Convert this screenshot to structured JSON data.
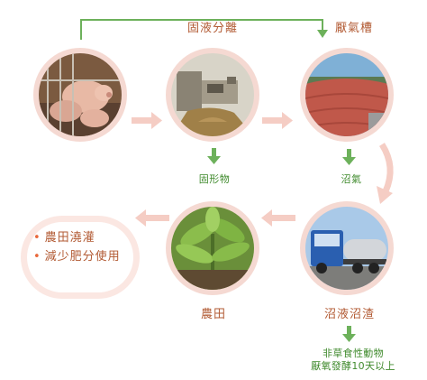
{
  "stages": {
    "separation": "固液分離",
    "digester": "厭氣槽",
    "solids": "固形物",
    "biogas": "沼氣",
    "effluent": "沼液沼渣",
    "farmland": "農田"
  },
  "note": {
    "line1": "非草食性動物",
    "line2": "厭氧發酵10天以上"
  },
  "uses": [
    "農田澆灌",
    "減少肥分使用"
  ],
  "colors": {
    "flow_arrow": "#f5cdc4",
    "green_arrow": "#6db15b",
    "ring": "#f5d9d2",
    "brown_text": "#b25a33",
    "green_text": "#3f8a2c",
    "bullet": "#e9683b"
  }
}
